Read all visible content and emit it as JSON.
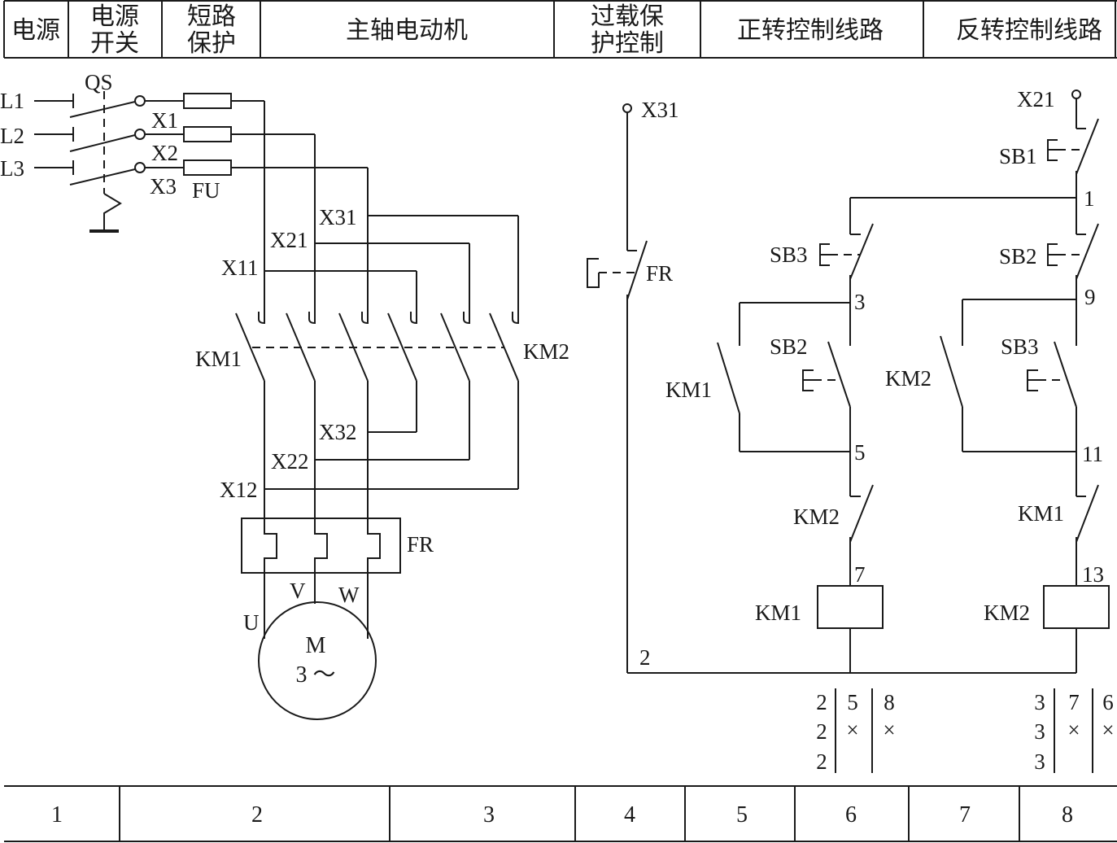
{
  "header": {
    "col1": "电源",
    "col2_line1": "电源",
    "col2_line2": "开关",
    "col3_line1": "短路",
    "col3_line2": "保护",
    "col4": "主轴电动机",
    "col5_line1": "过载保",
    "col5_line2": "护控制",
    "col6": "正转控制线路",
    "col7": "反转控制线路"
  },
  "power": {
    "L1": "L1",
    "L2": "L2",
    "L3": "L3",
    "QS": "QS",
    "X1": "X1",
    "X2": "X2",
    "X3": "X3",
    "FU": "FU"
  },
  "main": {
    "X11": "X11",
    "X21": "X21",
    "X31": "X31",
    "X12": "X12",
    "X22": "X22",
    "X32": "X32",
    "KM1": "KM1",
    "KM2": "KM2",
    "FR": "FR",
    "U": "U",
    "V": "V",
    "W": "W",
    "motor_M": "M",
    "motor_phase": "3 ～"
  },
  "control": {
    "X31": "X31",
    "X21": "X21",
    "FR": "FR",
    "node2": "2",
    "SB1": "SB1",
    "SB2_top": "SB2",
    "SB3_top": "SB3",
    "SB2_mid": "SB2",
    "SB3_mid": "SB3",
    "node1": "1",
    "node3": "3",
    "node9": "9",
    "node5": "5",
    "node11": "11",
    "node7": "7",
    "node13": "13",
    "KM1_hold": "KM1",
    "KM2_hold": "KM2",
    "KM2_inter": "KM2",
    "KM1_inter": "KM1",
    "KM1_coil": "KM1",
    "KM2_coil": "KM2"
  },
  "contact_table_km1": {
    "col1": [
      "2",
      "2",
      "2"
    ],
    "col2": [
      "5",
      "×"
    ],
    "col3": [
      "8",
      "×"
    ]
  },
  "contact_table_km2": {
    "col1": [
      "3",
      "3",
      "3"
    ],
    "col2": [
      "7",
      "×"
    ],
    "col3": [
      "6",
      "×"
    ]
  },
  "footer": [
    "1",
    "2",
    "3",
    "4",
    "5",
    "6",
    "7",
    "8"
  ]
}
